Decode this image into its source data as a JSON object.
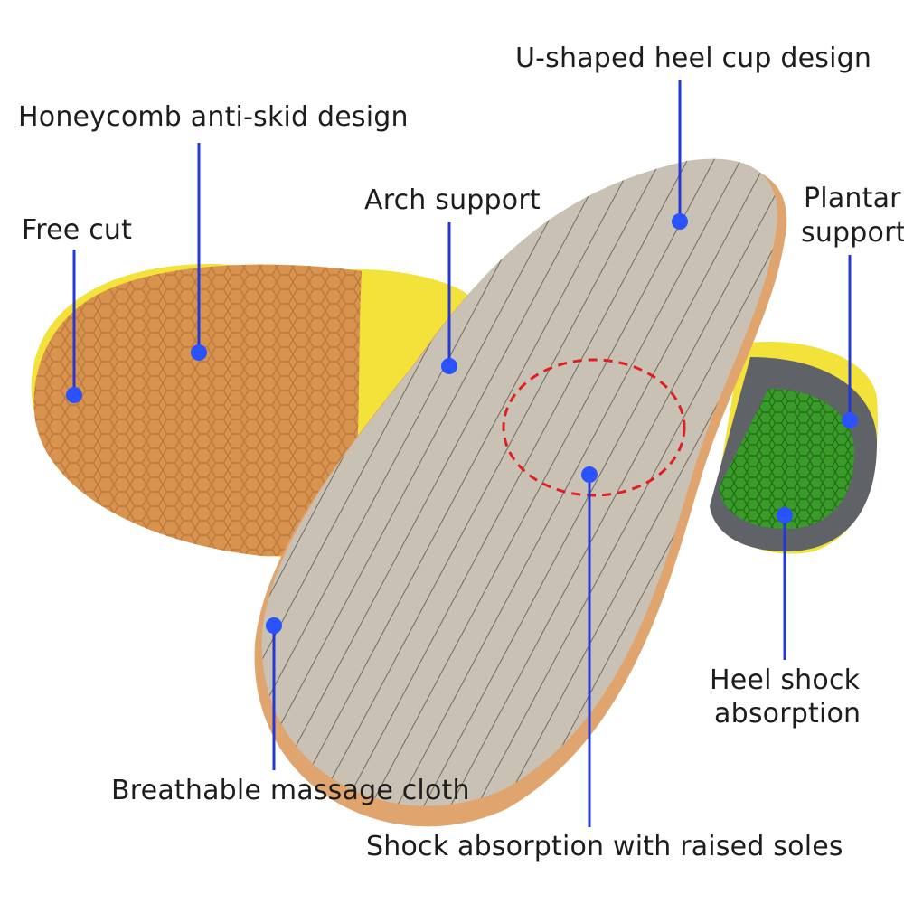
{
  "labels": {
    "heel_cup": "U-shaped heel cup design",
    "honeycomb": "Honeycomb anti-skid design",
    "arch": "Arch support",
    "free_cut": "Free cut",
    "plantar_1": "Plantar",
    "plantar_2": "support",
    "heel_shock_1": "Heel shock",
    "heel_shock_2": "absorption",
    "breathable": "Breathable massage cloth",
    "raised_soles": "Shock absorption with raised soles"
  },
  "colors": {
    "callout_line": "#2338d6",
    "callout_dot": "#2a52ff",
    "dashed_circle": "#e02020",
    "cloth": "#c8c1b3",
    "sole_orange": "#d8934e",
    "foam_yellow": "#f2e23a",
    "heel_green": "#3a9a2a",
    "heel_grey": "#5f6266"
  }
}
